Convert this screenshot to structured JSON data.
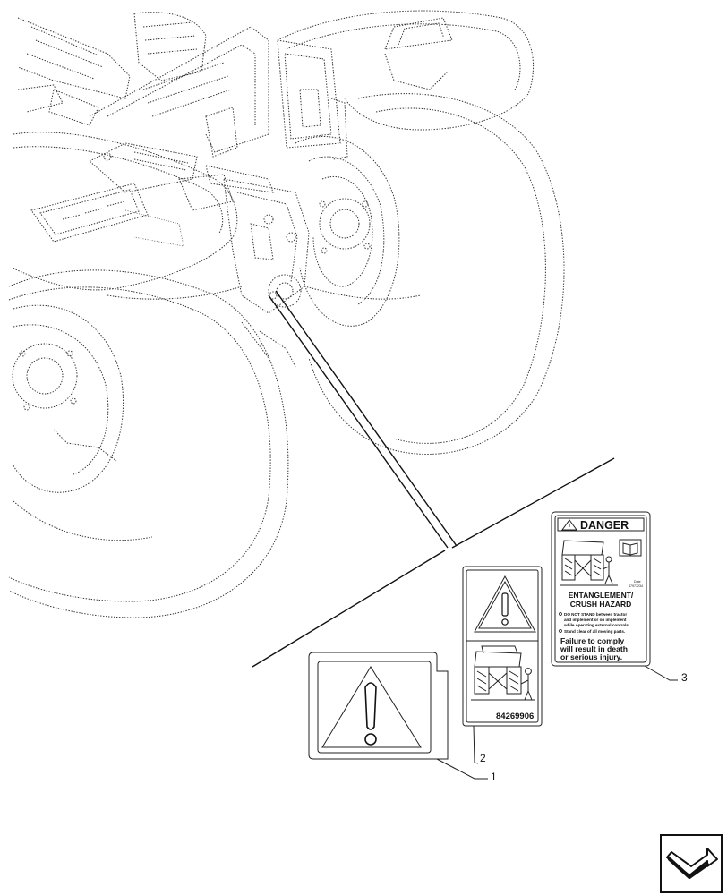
{
  "callouts": [
    "1",
    "2",
    "3"
  ],
  "decal_2": {
    "part_number": "84269906"
  },
  "decal_3": {
    "header": "DANGER",
    "date_code_1": "Date",
    "date_code_2": "47977234",
    "hazard_line_1": "ENTANGLEMENT/",
    "hazard_line_2": "CRUSH HAZARD",
    "bullets": [
      [
        "DO NOT STAND between tractor",
        "and implement or on implement",
        "while operating external controls."
      ],
      [
        "Stand clear of all moving parts."
      ]
    ],
    "warning_lines": [
      "Failure to comply",
      "will result in death",
      "or serious injury."
    ]
  },
  "colors": {
    "line": "#111111",
    "decal_border": "#222222"
  },
  "icons": [
    "warning-triangle-icon",
    "operator-manual-icon",
    "next-page-arrow-icon"
  ]
}
